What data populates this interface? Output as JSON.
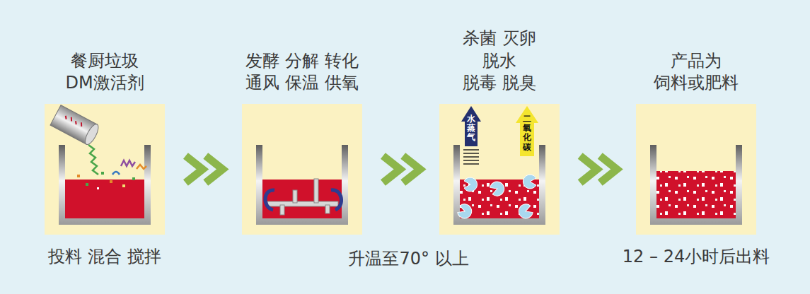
{
  "diagram": {
    "nodes": [
      {
        "text": [
          "餐厨垃圾 DM激活剂",
          "投料 混合 搅拌"
        ]
      },
      {
        "text": [
          "发酵 分解 转化 通风 保温 供氧"
        ]
      },
      {
        "text": [
          "杀菌 灭卵 脱水 脱毒 脱臭"
        ]
      },
      {
        "text": [
          "产品为 饲料或肥料",
          "12 – 24小时后出料"
        ]
      }
    ],
    "edges": [
      {
        "from": 0,
        "to": 1,
        "arrow": "to"
      },
      {
        "from": 1,
        "to": 2,
        "arrow": "to"
      },
      {
        "from": 2,
        "to": 3,
        "arrow": "to"
      }
    ],
    "labels": [
      "水蒸气",
      "二氧化碳",
      "升温至70° 以上"
    ]
  }
}
